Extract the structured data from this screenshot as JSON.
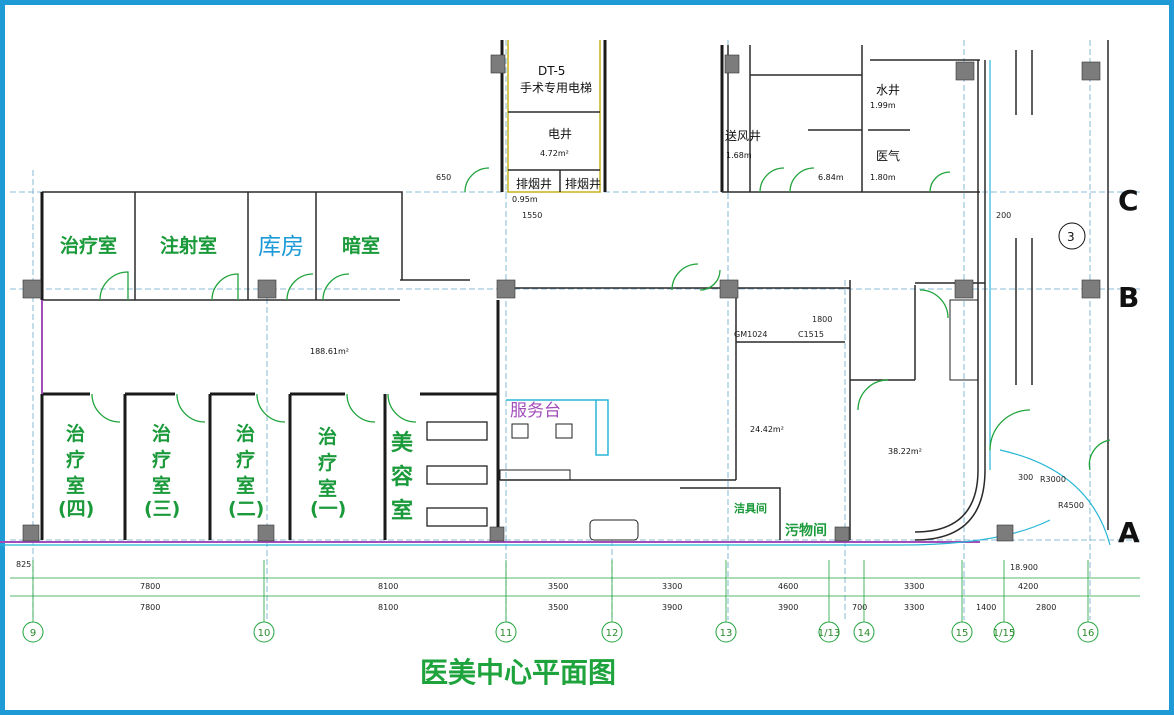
{
  "title": "医美中心平面图",
  "rooms": {
    "treat_top": "治疗室",
    "injection": "注射室",
    "storage": "库房",
    "darkroom": "暗室",
    "treat4": [
      "治",
      "疗",
      "室",
      "(四)"
    ],
    "treat3": [
      "治",
      "疗",
      "室",
      "(三)"
    ],
    "treat2": [
      "治",
      "疗",
      "室",
      "(二)"
    ],
    "treat1": [
      "治",
      "疗",
      "室",
      "(一)"
    ],
    "beauty": [
      "美",
      "容",
      "室"
    ],
    "service_desk": "服务台",
    "cleaning": "洁具间",
    "dirty": "污物间",
    "elevator_code": "DT-5",
    "elevator": "手术专用电梯",
    "elec_shaft": "电井",
    "smoke1": "排烟井",
    "smoke2": "排烟井",
    "air_shaft": "送风井",
    "water_shaft": "水井",
    "med_gas": "医气"
  },
  "areas": {
    "corridor": "188.61m²",
    "center": "24.42m²",
    "right": "38.22m²",
    "elec": "4.72m²",
    "air": "1.68m",
    "mid": "6.84m",
    "water": "1.99m",
    "gas": "1.80m",
    "smoke": "0.95m"
  },
  "axis_letters": [
    "C",
    "B",
    "A"
  ],
  "axis_numbers": [
    "9",
    "10",
    "11",
    "12",
    "13",
    "1/13",
    "14",
    "15",
    "1/15",
    "16"
  ],
  "dims_row1": [
    "7800",
    "8100",
    "3500",
    "3300",
    "4600",
    "3300",
    "4200"
  ],
  "dims_row2": [
    "7800",
    "8100",
    "3500",
    "3900",
    "3900",
    "700",
    "3300",
    "1400",
    "2800"
  ],
  "misc_dims": [
    "825",
    "650",
    "1550",
    "18.900",
    "300",
    "R3000",
    "R4500",
    "200",
    "1800",
    "GM1024",
    "C1515",
    "3"
  ]
}
